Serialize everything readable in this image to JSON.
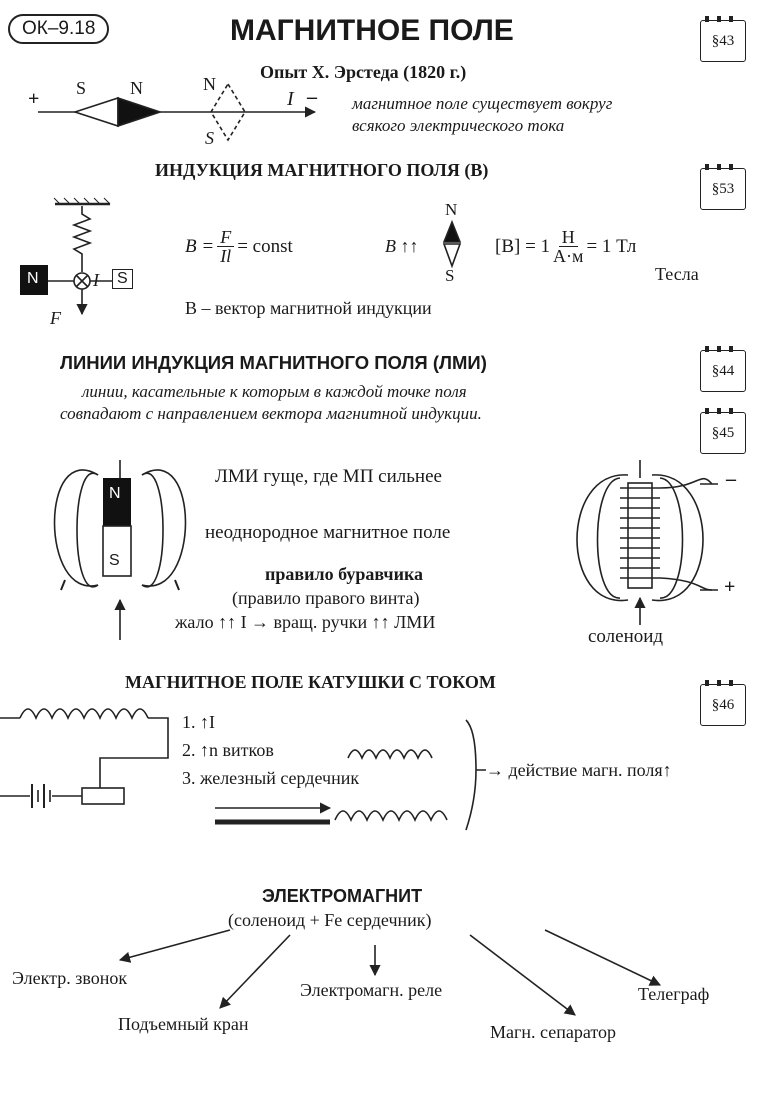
{
  "code": "ОК–9.18",
  "title": "МАГНИТНОЕ ПОЛЕ",
  "s1": {
    "para": "§43",
    "heading": "Опыт Х. Эрстеда (1820 г.)",
    "plus": "+",
    "minus": "–",
    "s": "S",
    "n": "N",
    "n2": "N",
    "s2": "S",
    "current": "I",
    "note1": "магнитное поле существует вокруг",
    "note2": "всякого электрического тока"
  },
  "s2": {
    "para": "§53",
    "heading": "ИНДУКЦИЯ МАГНИТНОГО ПОЛЯ (B)",
    "n_box": "N",
    "s_box": "S",
    "i_label": "I",
    "f_label": "F",
    "formula_b": "B =",
    "formula_num": "F",
    "formula_den": "Il",
    "formula_const": "= const",
    "b_arrows": "B ↑↑",
    "needle_n": "N",
    "needle_s": "S",
    "unit_lhs": "[B] = 1",
    "unit_num": "Н",
    "unit_den": "А·м",
    "unit_rhs": "= 1 Тл",
    "tesla": "Тесла",
    "vector_note": "B – вектор магнитной индукции"
  },
  "s3": {
    "para1": "§44",
    "para2": "§45",
    "heading": "ЛИНИИ ИНДУКЦИЯ МАГНИТНОГО ПОЛЯ (ЛМИ)",
    "def1": "линии, касательные к которым в каждой точке поля",
    "def2": "совпадают с направлением вектора магнитной индукции.",
    "magnet_n": "N",
    "magnet_s": "S",
    "dense": "ЛМИ гуще, где МП сильнее",
    "nonuniform": "неоднородное магнитное поле",
    "rule": "правило буравчика",
    "rule_alt": "(правило правого винта)",
    "rule_text": "жало ↑↑ I → вращ. ручки ↑↑ ЛМИ",
    "sol_minus": "–",
    "sol_plus": "+",
    "solenoid": "соленоид"
  },
  "s4": {
    "para": "§46",
    "heading": "МАГНИТНОЕ ПОЛЕ КАТУШКИ С ТОКОМ",
    "item1": "1. ↑I",
    "item2": "2. ↑n  витков",
    "item3": "3. железный сердечник",
    "result": "→ действие магн. поля↑"
  },
  "s5": {
    "heading": "ЭЛЕКТРОМАГНИТ",
    "sub": "(соленоид + Fe сердечник)",
    "apps": [
      "Электр. звонок",
      "Подъемный кран",
      "Электромагн. реле",
      "Магн. сепаратор",
      "Телеграф"
    ]
  }
}
